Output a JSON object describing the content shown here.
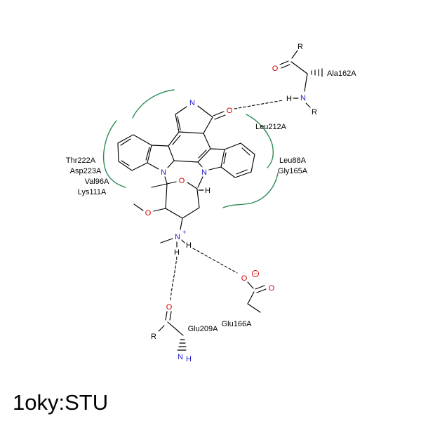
{
  "title": "1oky:STU",
  "colors": {
    "contact_green": "#2e8b57",
    "oxygen_red": "#d40000",
    "nitrogen_blue": "#1a1acc",
    "bond_black": "#000000"
  },
  "residues": {
    "hydrophobic_left": [
      "Thr222A",
      "Asp223A",
      "Val96A",
      "Lys111A"
    ],
    "hydrophobic_right_upper": "Leu212A",
    "hydrophobic_right_lower": [
      "Leu88A",
      "Gly165A"
    ],
    "ala162": "Ala162A",
    "glu209": "Glu209A",
    "glu166": "Glu166A"
  },
  "ligand_atoms": {
    "lactam_N": "N",
    "lactam_O": "O",
    "indole_N_left": "N",
    "indole_N_right": "N",
    "sugar_ring_O": "O",
    "sugar_H": "H",
    "methoxy_O": "O",
    "ammonium_N": "N",
    "ammonium_charge": "+",
    "ammonium_H_right": "H",
    "ammonium_H_down": "H"
  },
  "residue_atoms": {
    "ala162": {
      "R_top": "R",
      "O": "O",
      "H": "H",
      "N": "N",
      "R_bottom": "R"
    },
    "glu209": {
      "O": "O",
      "R": "R",
      "N": "N",
      "H": "H"
    },
    "glu166": {
      "O_minus": "O",
      "charge": "−",
      "O_carbonyl": "O"
    }
  }
}
